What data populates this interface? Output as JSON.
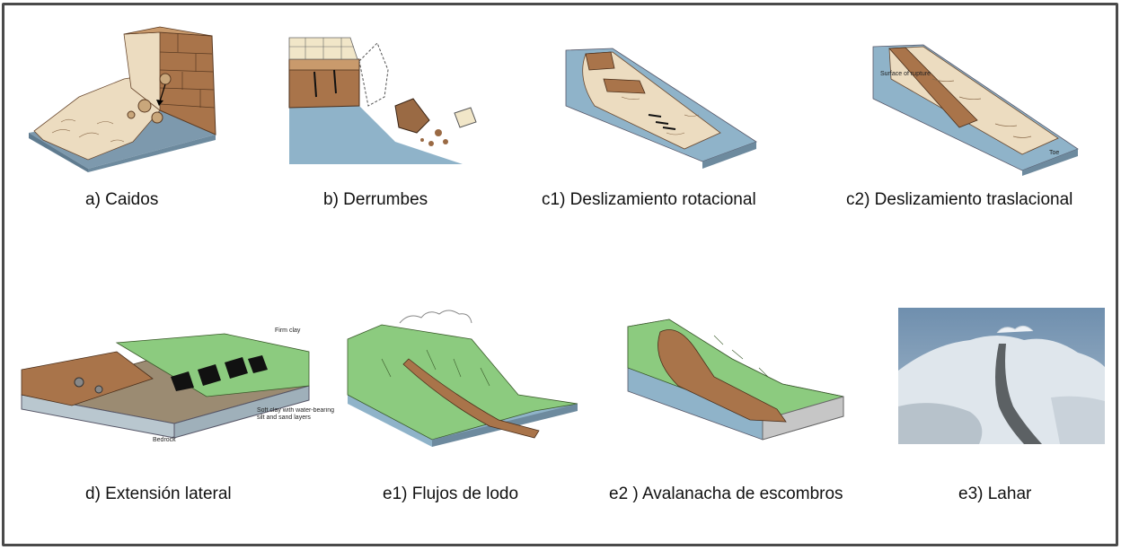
{
  "captions": {
    "a": "a) Caidos",
    "b": "b) Derrumbes",
    "c1": "c1) Deslizamiento rotacional",
    "c2": "c2) Deslizamiento traslacional",
    "d": "d) Extensión lateral",
    "e1": "e1) Flujos de lodo",
    "e2": "e2 ) Avalanacha de escombros",
    "e3": "e3) Lahar"
  },
  "labels": {
    "c2_surface": "Surface of rupture",
    "c2_toe": "Toe",
    "d_firm_clay": "Firm clay",
    "d_soft_clay": "Soft clay with water-bearing silt and sand layers",
    "d_bedrock": "Bedrock"
  },
  "colors": {
    "water_blue": "#8fb3c9",
    "debris_tan": "#ecdcc0",
    "soil_brown": "#a9744a",
    "grass_green": "#8ccb7f",
    "rock_brown": "#8a5a3a"
  }
}
